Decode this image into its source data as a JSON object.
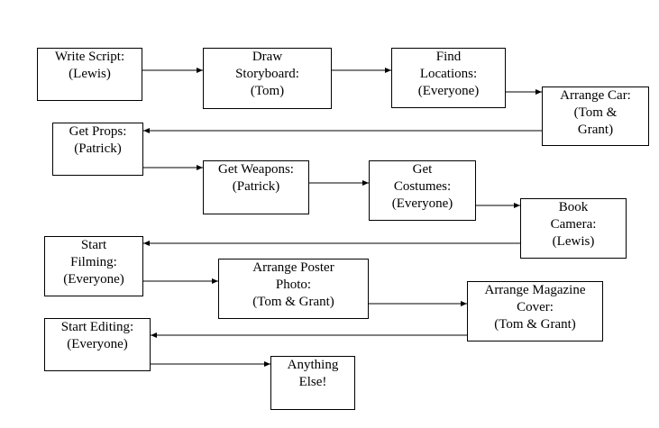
{
  "diagram": {
    "nodes": [
      {
        "id": "write-script",
        "label": "Write Script:\n(Lewis)"
      },
      {
        "id": "draw-storyboard",
        "label": "Draw\nStoryboard:\n(Tom)"
      },
      {
        "id": "find-locations",
        "label": "Find\nLocations:\n(Everyone)"
      },
      {
        "id": "arrange-car",
        "label": "Arrange Car:\n(Tom &\nGrant)"
      },
      {
        "id": "get-props",
        "label": "Get Props:\n(Patrick)"
      },
      {
        "id": "get-weapons",
        "label": "Get Weapons:\n(Patrick)"
      },
      {
        "id": "get-costumes",
        "label": "Get\nCostumes:\n(Everyone)"
      },
      {
        "id": "book-camera",
        "label": "Book\nCamera:\n(Lewis)"
      },
      {
        "id": "start-filming",
        "label": "Start\nFilming:\n(Everyone)"
      },
      {
        "id": "arrange-poster-photo",
        "label": "Arrange Poster\nPhoto:\n(Tom & Grant)"
      },
      {
        "id": "arrange-magazine-cover",
        "label": "Arrange Magazine\nCover:\n(Tom & Grant)"
      },
      {
        "id": "start-editing",
        "label": "Start Editing:\n(Everyone)"
      },
      {
        "id": "anything-else",
        "label": "Anything\nElse!"
      }
    ],
    "edges": [
      {
        "from": "write-script",
        "to": "draw-storyboard"
      },
      {
        "from": "draw-storyboard",
        "to": "find-locations"
      },
      {
        "from": "find-locations",
        "to": "arrange-car"
      },
      {
        "from": "arrange-car",
        "to": "get-props"
      },
      {
        "from": "get-props",
        "to": "get-weapons"
      },
      {
        "from": "get-weapons",
        "to": "get-costumes"
      },
      {
        "from": "get-costumes",
        "to": "book-camera"
      },
      {
        "from": "book-camera",
        "to": "start-filming"
      },
      {
        "from": "start-filming",
        "to": "arrange-poster-photo"
      },
      {
        "from": "arrange-poster-photo",
        "to": "arrange-magazine-cover"
      },
      {
        "from": "arrange-magazine-cover",
        "to": "start-editing"
      },
      {
        "from": "start-editing",
        "to": "anything-else"
      }
    ]
  }
}
